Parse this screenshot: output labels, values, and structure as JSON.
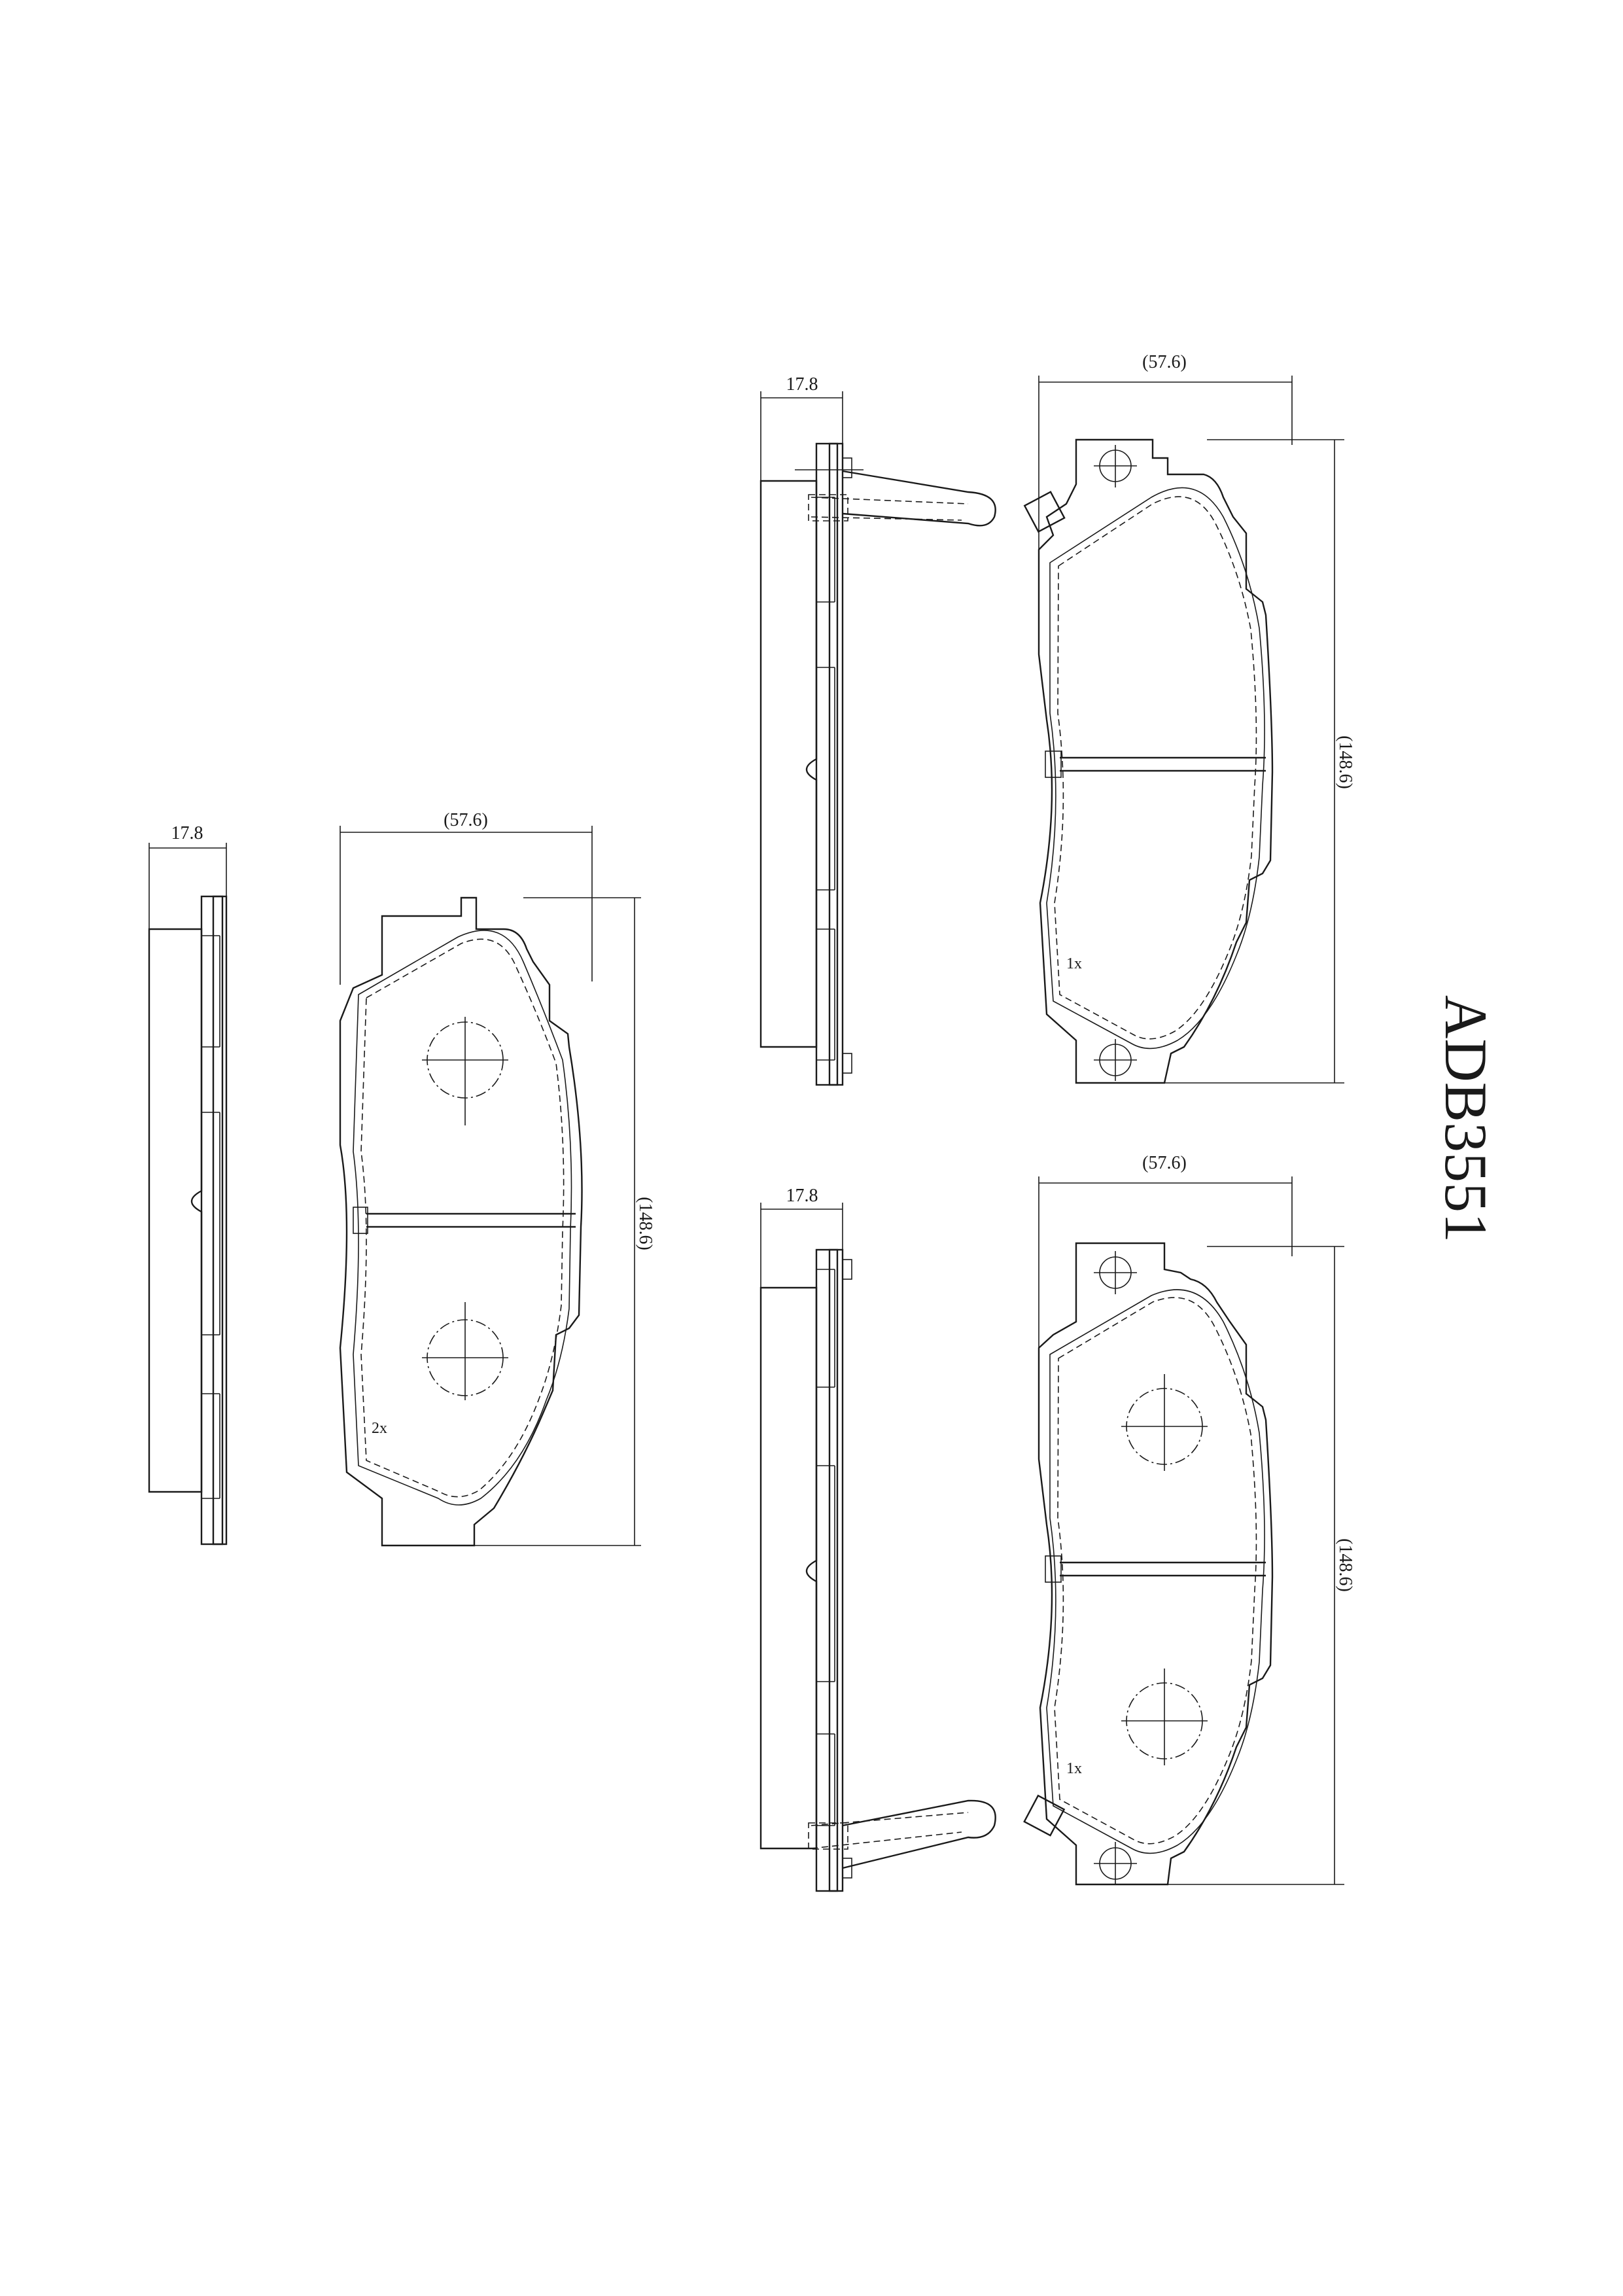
{
  "part_number": "ADB3551",
  "colors": {
    "line": "#1a1a1a",
    "background": "#ffffff"
  },
  "views": [
    {
      "id": "left-pad-pair",
      "thickness": "17.8",
      "width": "(57.6)",
      "height": "(148.6)",
      "quantity": "2x"
    },
    {
      "id": "upper-right-pad",
      "thickness": "17.8",
      "width": "(57.6)",
      "height": "(148.6)",
      "quantity": "1x"
    },
    {
      "id": "lower-right-pad",
      "thickness": "17.8",
      "width": "(57.6)",
      "height": "(148.6)",
      "quantity": "1x"
    }
  ]
}
